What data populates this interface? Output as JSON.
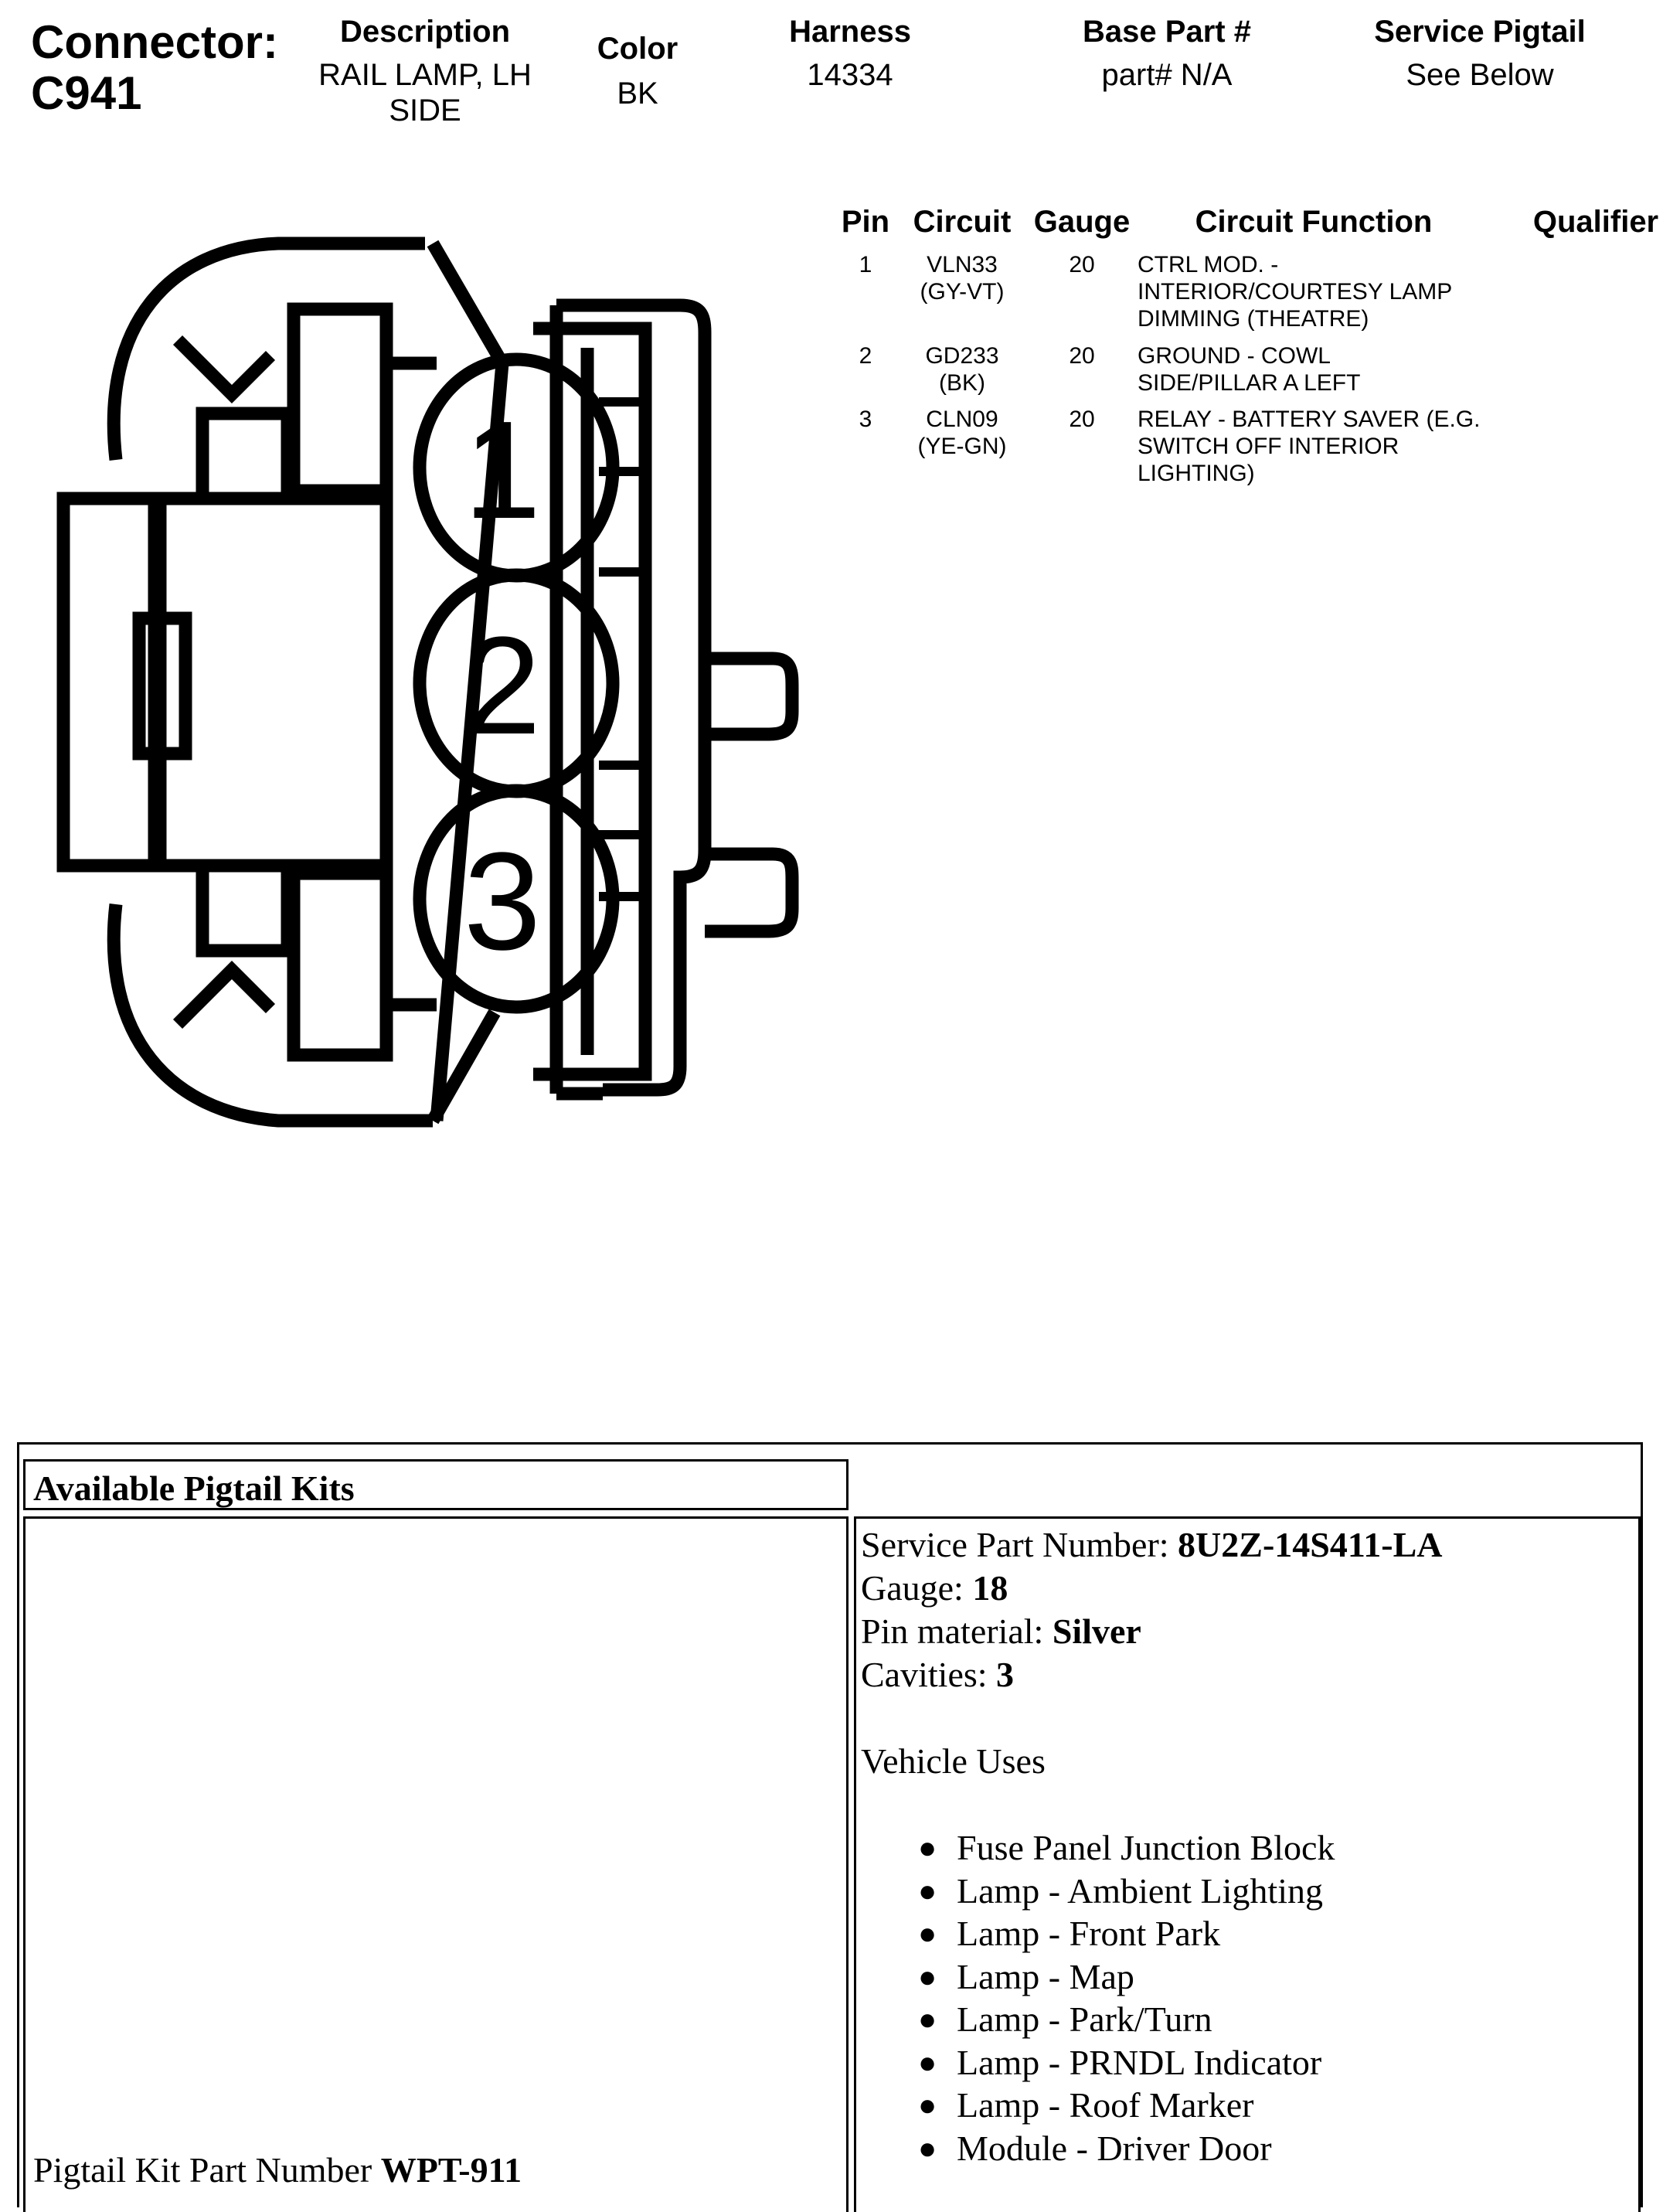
{
  "header": {
    "connector_label": "Connector:",
    "connector_id": "C941",
    "description_label": "Description",
    "description_value": "RAIL LAMP, LH SIDE",
    "color_label": "Color",
    "color_value": "BK",
    "harness_label": "Harness",
    "harness_value": "14334",
    "base_part_label": "Base Part #",
    "base_part_value": "part# N/A",
    "service_pigtail_label": "Service Pigtail",
    "service_pigtail_value": "See Below"
  },
  "pin_table": {
    "headers": {
      "pin": "Pin",
      "circuit": "Circuit",
      "gauge": "Gauge",
      "function": "Circuit Function",
      "qualifier": "Qualifier"
    },
    "rows": [
      {
        "pin": "1",
        "circuit": "VLN33",
        "color": "(GY-VT)",
        "gauge": "20",
        "function": "CTRL MOD. - INTERIOR/COURTESY LAMP DIMMING (THEATRE)",
        "qualifier": ""
      },
      {
        "pin": "2",
        "circuit": "GD233",
        "color": "(BK)",
        "gauge": "20",
        "function": "GROUND - COWL SIDE/PILLAR A LEFT",
        "qualifier": ""
      },
      {
        "pin": "3",
        "circuit": "CLN09",
        "color": "(YE-GN)",
        "gauge": "20",
        "function": "RELAY - BATTERY SAVER (E.G. SWITCH OFF INTERIOR LIGHTING)",
        "qualifier": ""
      }
    ]
  },
  "diagram": {
    "cavity_labels": [
      "1",
      "2",
      "3"
    ]
  },
  "pigtail": {
    "title": "Available Pigtail Kits",
    "kit_part_label": "Pigtail Kit Part Number ",
    "kit_part_value": "WPT-911",
    "service_part_label": "Service Part Number: ",
    "service_part_value": "8U2Z-14S411-LA",
    "gauge_label": "Gauge: ",
    "gauge_value": "18",
    "pin_material_label": "Pin material: ",
    "pin_material_value": "Silver",
    "cavities_label": "Cavities: ",
    "cavities_value": "3",
    "vehicle_uses_label": "Vehicle Uses",
    "vehicle_uses": [
      "Fuse Panel Junction Block",
      "Lamp - Ambient Lighting",
      "Lamp - Front Park",
      "Lamp - Map",
      "Lamp - Park/Turn",
      "Lamp - PRNDL Indicator",
      "Lamp - Roof Marker",
      "Module - Driver Door"
    ]
  }
}
